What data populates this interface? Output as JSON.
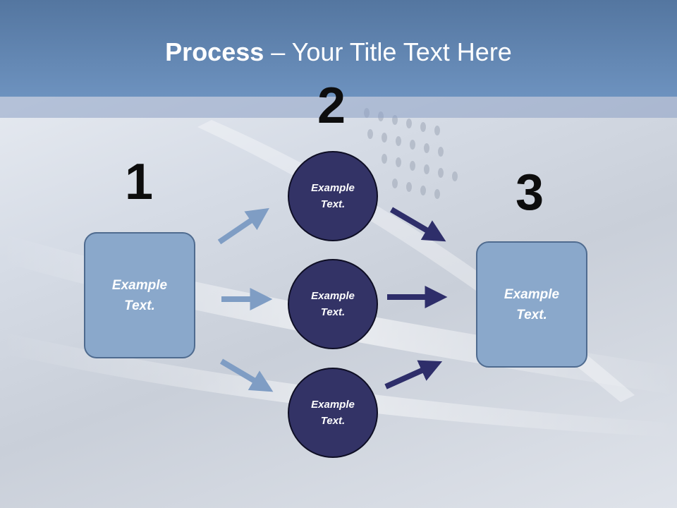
{
  "title": {
    "bold": "Process",
    "rest": " – Your Title Text Here"
  },
  "steps": [
    {
      "number": "1",
      "label": "Example Text."
    },
    {
      "number": "2",
      "items": [
        "Example Text.",
        "Example Text.",
        "Example Text."
      ]
    },
    {
      "number": "3",
      "label": "Example Text."
    }
  ],
  "colors": {
    "header": "#6d92bf",
    "box_fill": "#8aa8cb",
    "circle_fill": "#333366",
    "light_arrow": "#7f9dc4",
    "dark_arrow": "#2e2e6a"
  }
}
